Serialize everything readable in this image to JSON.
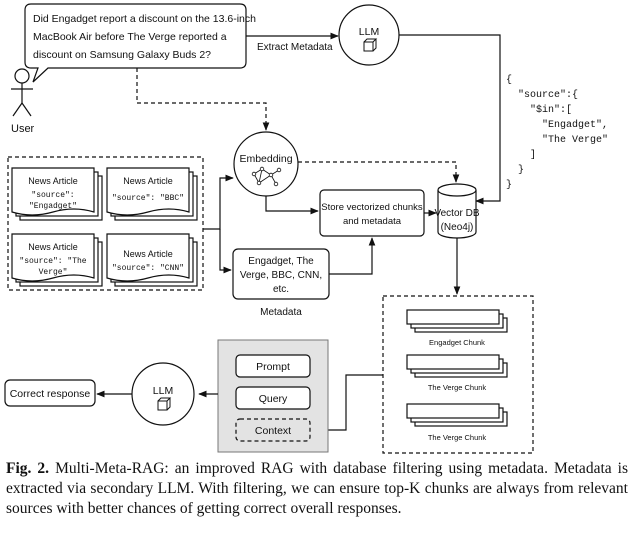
{
  "question": {
    "lines": [
      "Did Engadget report a discount on the 13.6-inch",
      "MacBook Air before The Verge reported a",
      "discount on Samsung Galaxy Buds 2?"
    ]
  },
  "user_label": "User",
  "extract_metadata_label": "Extract Metadata",
  "llm_label": "LLM",
  "filter_json": {
    "lines": [
      "{",
      "  \"source\":{",
      "    \"$in\":[",
      "      \"Engadget\",",
      "      \"The Verge\"",
      "    ]",
      "  }",
      "}"
    ]
  },
  "embedding_label": "Embedding",
  "news_articles": [
    {
      "title": "News Article",
      "source_lines": [
        "\"source\":",
        "\"Engadget\""
      ]
    },
    {
      "title": "News Article",
      "source_lines": [
        "\"source\": \"BBC\""
      ]
    },
    {
      "title": "News Article",
      "source_lines": [
        "\"source\": \"The",
        "Verge\""
      ]
    },
    {
      "title": "News Article",
      "source_lines": [
        "\"source\": \"CNN\""
      ]
    }
  ],
  "store_label": {
    "lines": [
      "Store vectorized chunks",
      "and metadata"
    ]
  },
  "vector_db_label": {
    "lines": [
      "Vector DB",
      "(Neo4j)"
    ]
  },
  "metadata_values": {
    "lines": [
      "Engadget, The",
      "Verge, BBC, CNN,",
      "etc."
    ]
  },
  "metadata_caption": "Metadata",
  "chunks": [
    "Engadget Chunk",
    "The Verge Chunk",
    "The Verge Chunk"
  ],
  "prompt_items": [
    "Prompt",
    "Query",
    "Context"
  ],
  "correct_response_label": "Correct response",
  "caption": {
    "fig_label": "Fig. 2.",
    "text": " Multi-Meta-RAG: an improved RAG with database filtering using metadata. Metadata is extracted via secondary LLM. With filtering, we can ensure top-K chunks are always from relevant sources with better chances of getting correct overall responses."
  }
}
